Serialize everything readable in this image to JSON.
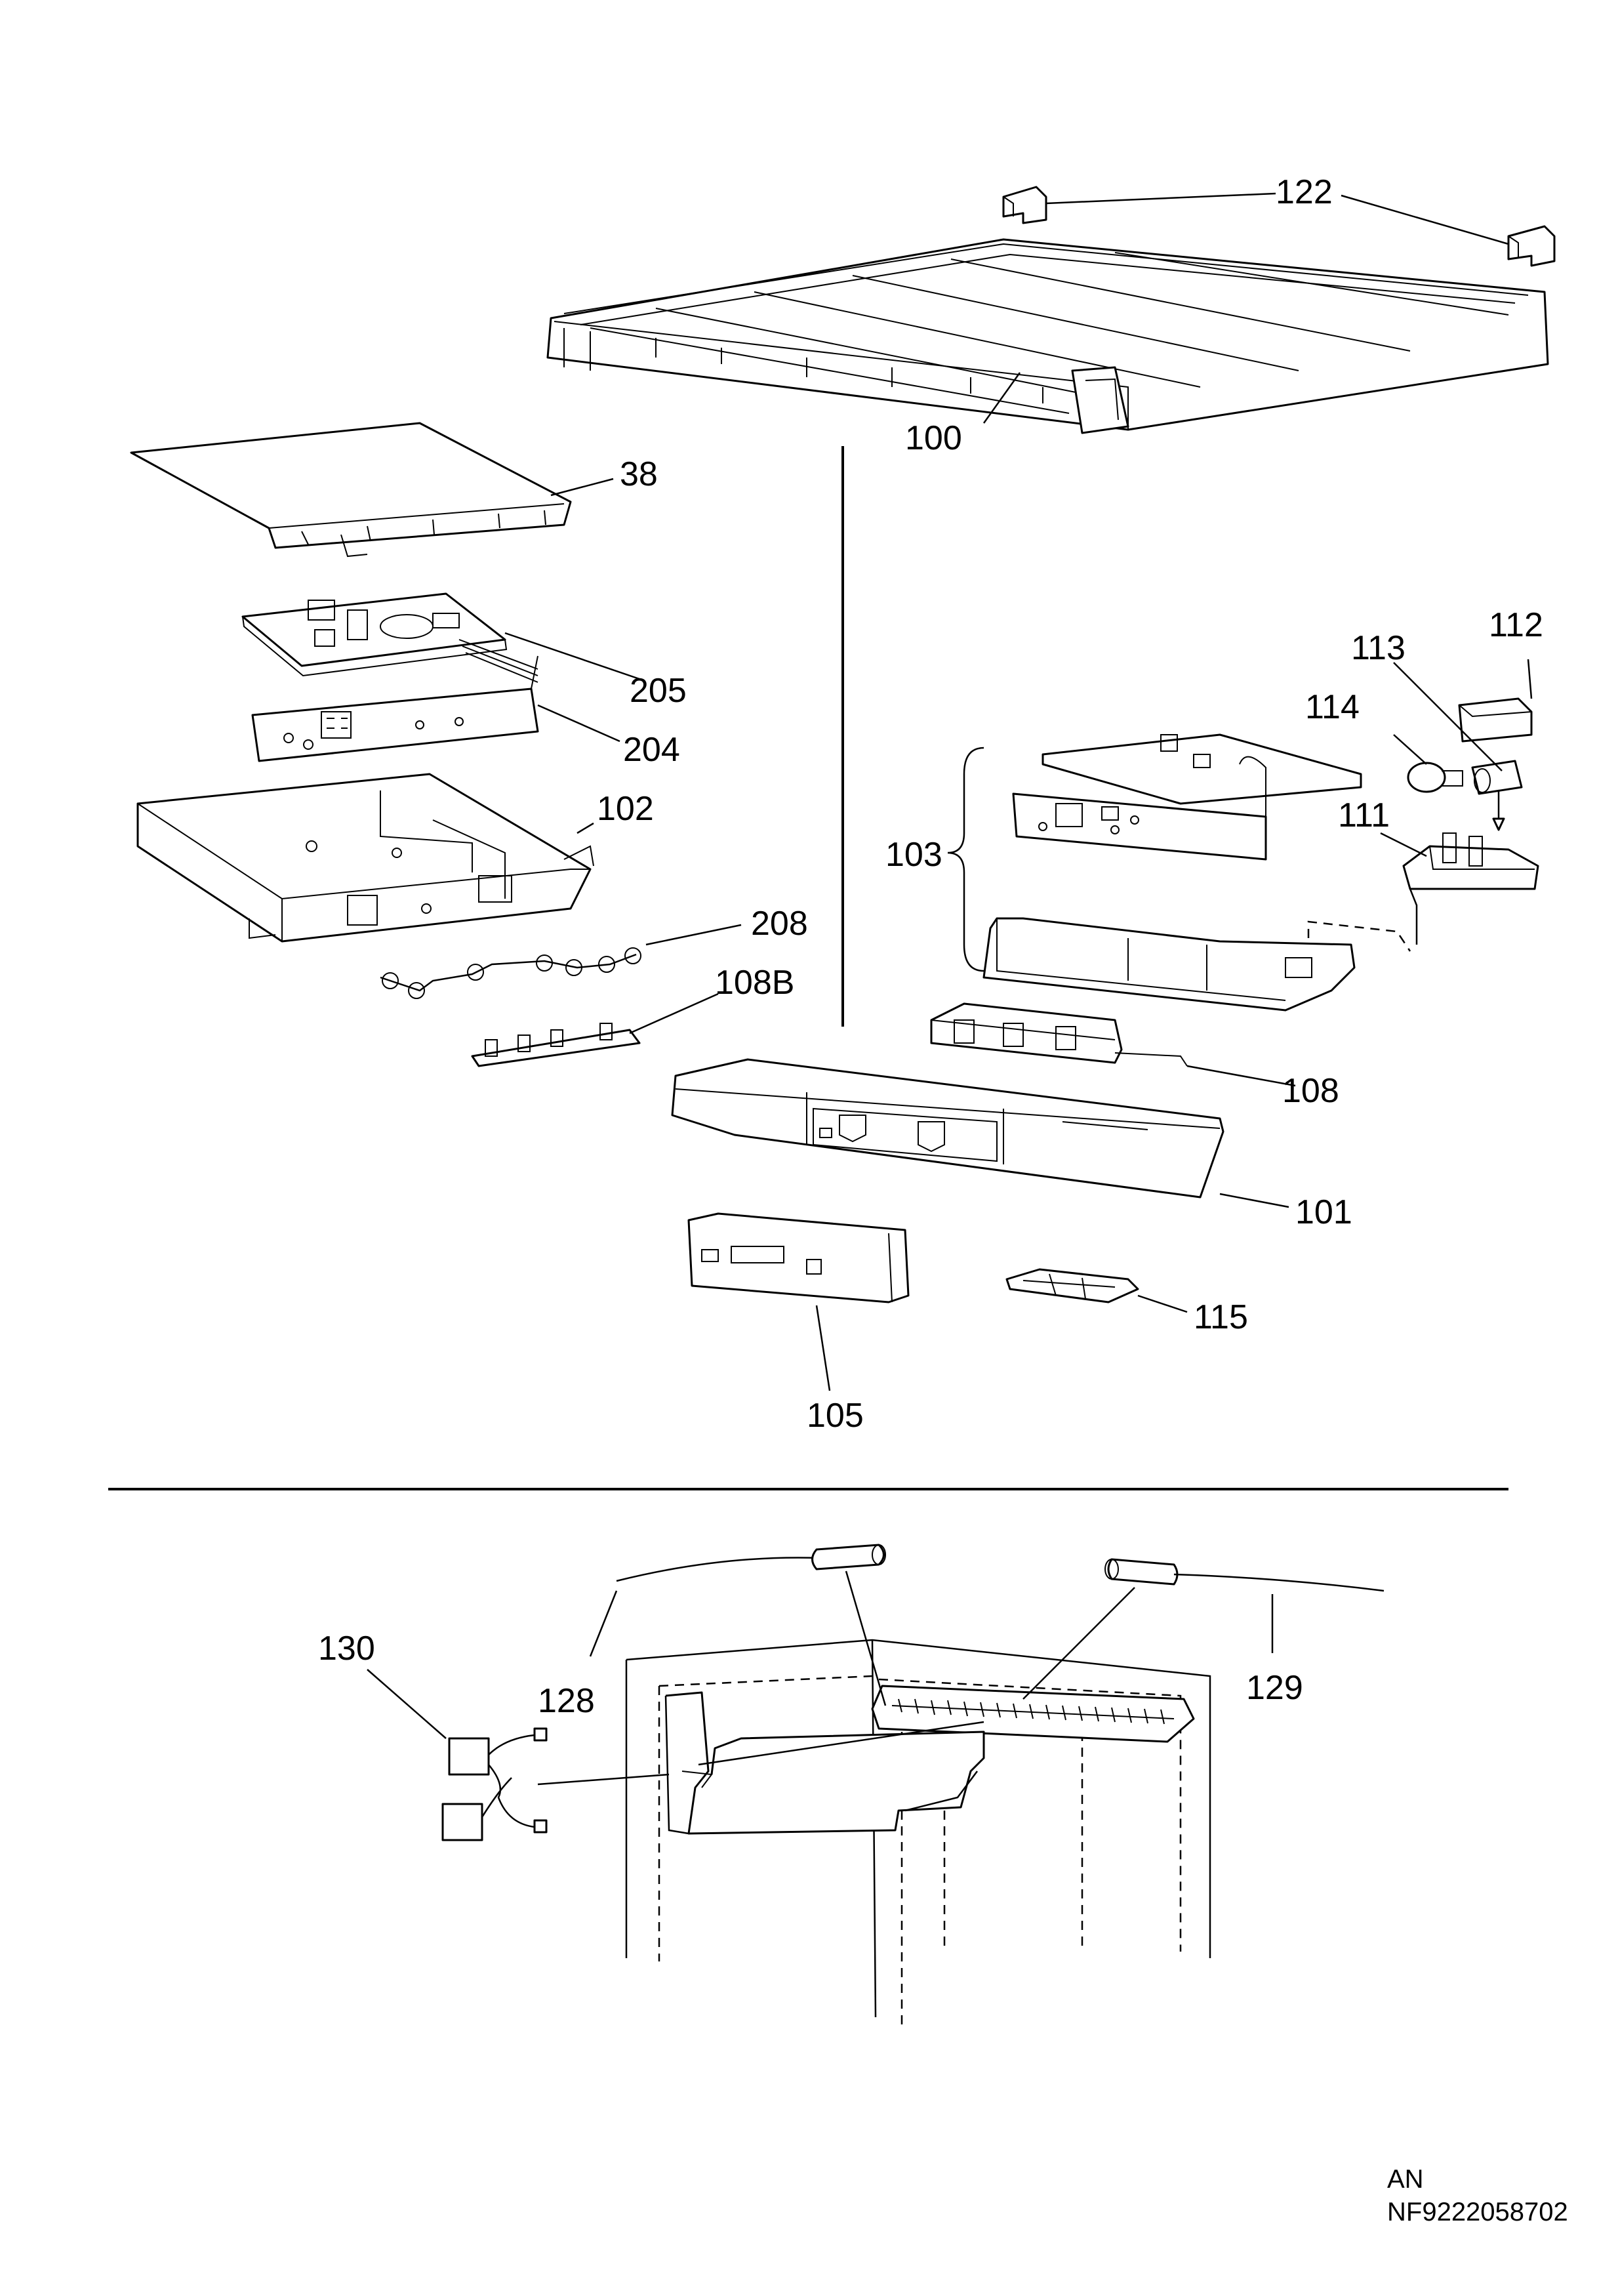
{
  "callouts": {
    "c122": "122",
    "c100": "100",
    "c38": "38",
    "c205": "205",
    "c204": "204",
    "c102": "102",
    "c208": "208",
    "c108B": "108B",
    "c113": "113",
    "c112": "112",
    "c114": "114",
    "c111": "111",
    "c103": "103",
    "c108": "108",
    "c101": "101",
    "c115": "115",
    "c105": "105",
    "c130": "130",
    "c128": "128",
    "c129": "129"
  },
  "footer": {
    "code": "AN",
    "doc_number": "NF9222058702"
  }
}
